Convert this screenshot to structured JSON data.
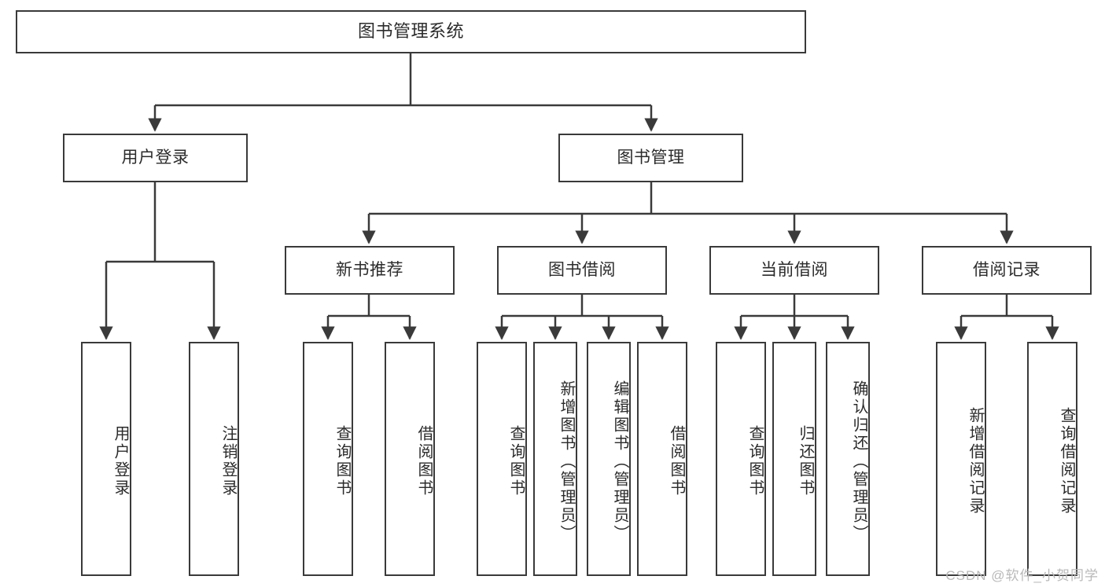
{
  "diagram": {
    "title": "图书管理系统",
    "type": "tree",
    "watermark": "CSDN @软件_小贺同学",
    "colors": {
      "stroke": "#3a3a3a",
      "fill": "#ffffff",
      "text": "#2b2b2b",
      "watermark": "#b9b9b9"
    },
    "root": {
      "label": "图书管理系统"
    },
    "level2": [
      {
        "label": "用户登录"
      },
      {
        "label": "图书管理"
      }
    ],
    "level3": [
      {
        "label": "新书推荐"
      },
      {
        "label": "图书借阅"
      },
      {
        "label": "当前借阅"
      },
      {
        "label": "借阅记录"
      }
    ],
    "leaves": {
      "user_login": [
        {
          "label": "用户登录"
        },
        {
          "label": "注销登录"
        }
      ],
      "new_book_recommend": [
        {
          "label": "查询图书"
        },
        {
          "label": "借阅图书"
        }
      ],
      "book_borrow": [
        {
          "label": "查询图书"
        },
        {
          "label": "新增图书（管理员）"
        },
        {
          "label": "编辑图书（管理员）"
        },
        {
          "label": "借阅图书"
        }
      ],
      "current_borrow": [
        {
          "label": "查询图书"
        },
        {
          "label": "归还图书"
        },
        {
          "label": "确认归还（管理员）"
        }
      ],
      "borrow_records": [
        {
          "label": "新增借阅记录"
        },
        {
          "label": "查询借阅记录"
        }
      ]
    }
  }
}
